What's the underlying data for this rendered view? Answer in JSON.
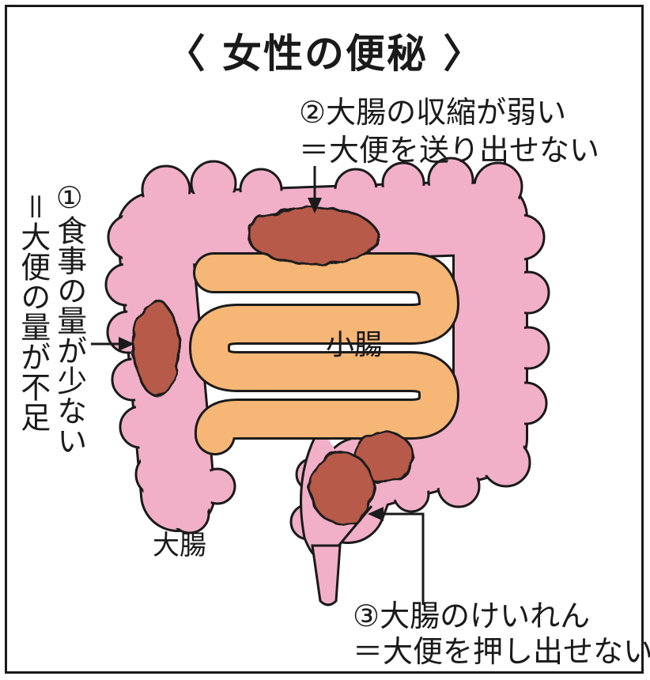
{
  "title": "〈 女性の便秘 〉",
  "labels": {
    "small_intestine": "小腸",
    "large_intestine": "大腸"
  },
  "causes": [
    {
      "number": "①",
      "line1": "食事の量が少ない",
      "line2": "＝大便の量が不足"
    },
    {
      "number": "②",
      "line1": "大腸の収縮が弱い",
      "line2": "＝大便を送り出せない"
    },
    {
      "number": "③",
      "line1": "大腸のけいれん",
      "line2": "＝大便を押し出せない"
    }
  ],
  "colors": {
    "large_intestine": "#f2afc8",
    "small_intestine": "#f5b676",
    "stool": "#b85a4a",
    "outline": "#1a1a1a"
  }
}
